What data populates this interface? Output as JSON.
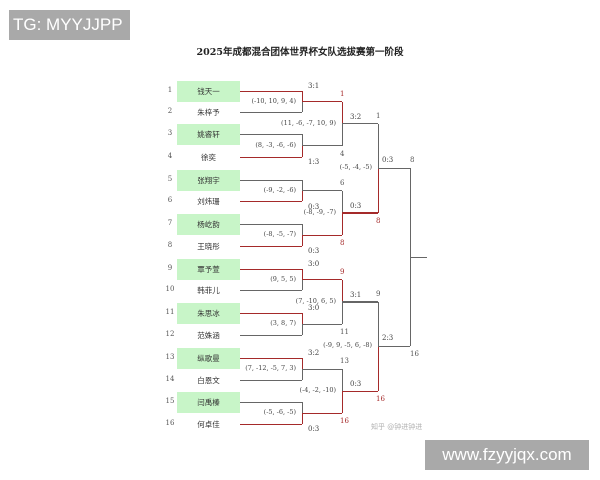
{
  "watermarks": {
    "top_left": "TG: MYYJJPP",
    "bottom_right": "www.fzyyjqx.com",
    "credit": "知乎 @钟进钟进"
  },
  "title": "2025年成都混合团体世界杯女队选拔赛第一阶段",
  "colors": {
    "highlight": "#c8f5c8",
    "winner_line": "#a52a2a",
    "loser_line": "#666666"
  },
  "players": [
    {
      "seed": "1",
      "name": "钱天一",
      "highlight": true
    },
    {
      "seed": "2",
      "name": "朱梓予",
      "highlight": false
    },
    {
      "seed": "3",
      "name": "姚睿轩",
      "highlight": true
    },
    {
      "seed": "4",
      "name": "徐奕",
      "highlight": false
    },
    {
      "seed": "5",
      "name": "张翔宇",
      "highlight": true
    },
    {
      "seed": "6",
      "name": "刘炜珊",
      "highlight": false
    },
    {
      "seed": "7",
      "name": "杨屹韵",
      "highlight": true
    },
    {
      "seed": "8",
      "name": "王晓彤",
      "highlight": false
    },
    {
      "seed": "9",
      "name": "覃予萱",
      "highlight": true
    },
    {
      "seed": "10",
      "name": "韩菲儿",
      "highlight": false
    },
    {
      "seed": "11",
      "name": "朱思冰",
      "highlight": true
    },
    {
      "seed": "12",
      "name": "范姝涵",
      "highlight": false
    },
    {
      "seed": "13",
      "name": "纵歌曼",
      "highlight": true
    },
    {
      "seed": "14",
      "name": "白恩文",
      "highlight": false
    },
    {
      "seed": "15",
      "name": "闫禹榛",
      "highlight": true
    },
    {
      "seed": "16",
      "name": "何卓佳",
      "highlight": false
    }
  ],
  "round1": [
    {
      "games": "(-10, 10, 9, 4)",
      "score": "3:1",
      "winner": "1"
    },
    {
      "games": "(8, -3, -6, -6)",
      "score": "1:3",
      "winner": "4"
    },
    {
      "games": "(-9, -2, -6)",
      "score": "0:3",
      "winner": "6"
    },
    {
      "games": "(-8, -5, -7)",
      "score": "0:3",
      "winner": "8"
    },
    {
      "games": "(9, 5, 5)",
      "score": "3:0",
      "winner": "9"
    },
    {
      "games": "(3, 8, 7)",
      "score": "3:0",
      "winner": "11"
    },
    {
      "games": "(7, -12, -5, 7, 3)",
      "score": "3:2",
      "winner": "13"
    },
    {
      "games": "(-5, -6, -5)",
      "score": "0:3",
      "winner": "16"
    }
  ],
  "round2": [
    {
      "games": "(11, -6, -7, 10, 9)",
      "score": "3:2",
      "winner": "1"
    },
    {
      "games": "(-8, -9, -7)",
      "score": "0:3",
      "winner": "8"
    },
    {
      "games": "(7, -10, 6, 5)",
      "score": "3:1",
      "winner": "9"
    },
    {
      "games": "(-4, -2, -10)",
      "score": "0:3",
      "winner": "16"
    }
  ],
  "round3": [
    {
      "games": "(-5, -4, -5)",
      "score": "0:3",
      "winner": "8"
    },
    {
      "games": "(-9, 9, -5, 6, -8)",
      "score": "2:3",
      "winner": "16"
    }
  ]
}
